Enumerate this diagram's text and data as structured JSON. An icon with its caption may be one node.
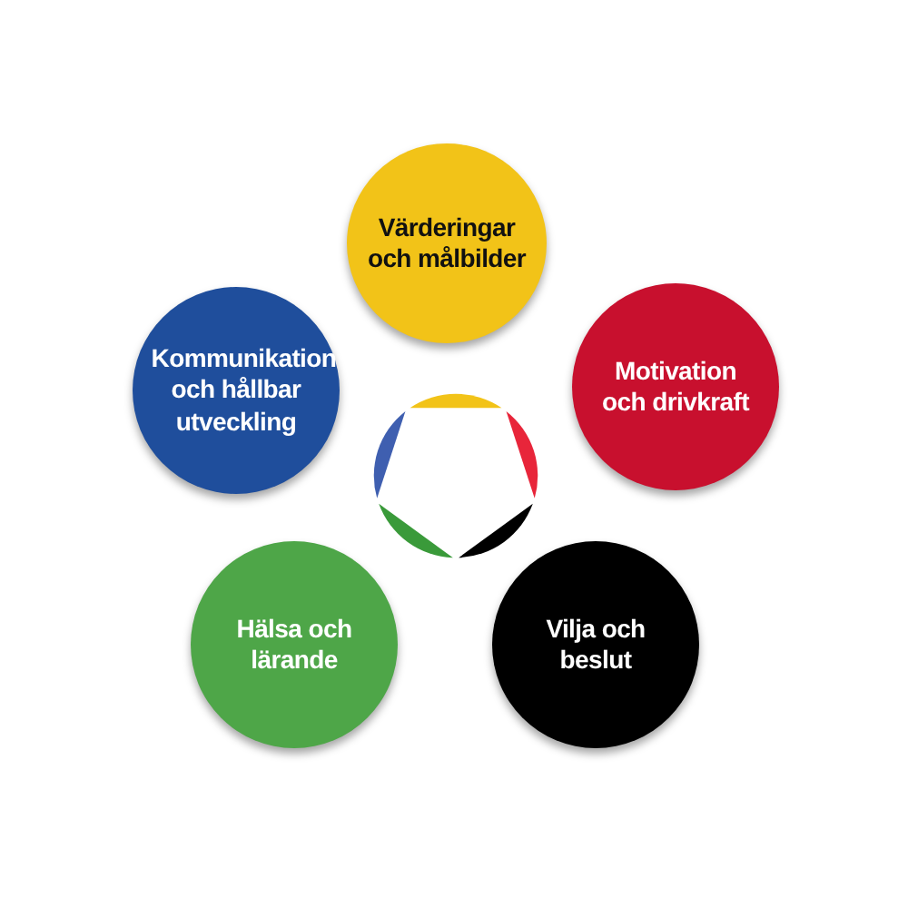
{
  "diagram": {
    "nodes": [
      {
        "text": [
          "Värderingar och målbilder"
        ]
      },
      {
        "text": [
          "Kommunikation och hållbar utveckling"
        ]
      },
      {
        "text": [
          "Motivation och drivkraft"
        ]
      },
      {
        "text": [
          "Hälsa och lärande"
        ]
      },
      {
        "text": [
          "Vilja och beslut"
        ]
      }
    ]
  }
}
